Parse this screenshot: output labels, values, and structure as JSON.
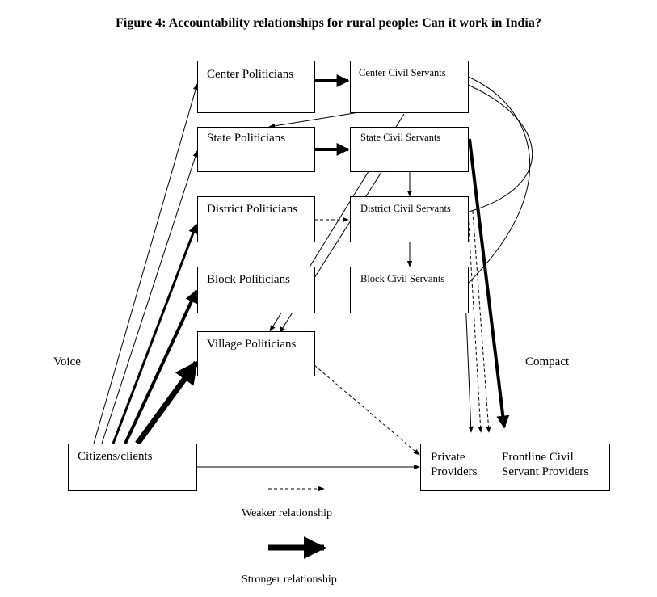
{
  "figure": {
    "title": "Figure 4:  Accountability relationships for rural people: Can it work in India?"
  },
  "politicians": [
    {
      "label": "Center Politicians"
    },
    {
      "label": "State Politicians"
    },
    {
      "label": "District Politicians"
    },
    {
      "label": "Block Politicians"
    },
    {
      "label": "Village Politicians"
    }
  ],
  "civil_servants": [
    {
      "label": "Center Civil Servants"
    },
    {
      "label": "State Civil Servants"
    },
    {
      "label": "District Civil Servants"
    },
    {
      "label": "Block Civil Servants"
    }
  ],
  "citizens": {
    "label": "Citizens/clients"
  },
  "providers": {
    "private_line1": "Private",
    "private_line2": "Providers",
    "frontline_line1": "Frontline Civil",
    "frontline_line2": "Servant Providers"
  },
  "side_labels": {
    "voice": "Voice",
    "compact": "Compact"
  },
  "legend": {
    "weaker": "Weaker relationship",
    "stronger": "Stronger relationship"
  },
  "colors": {
    "ink": "#000000",
    "background": "#ffffff"
  }
}
